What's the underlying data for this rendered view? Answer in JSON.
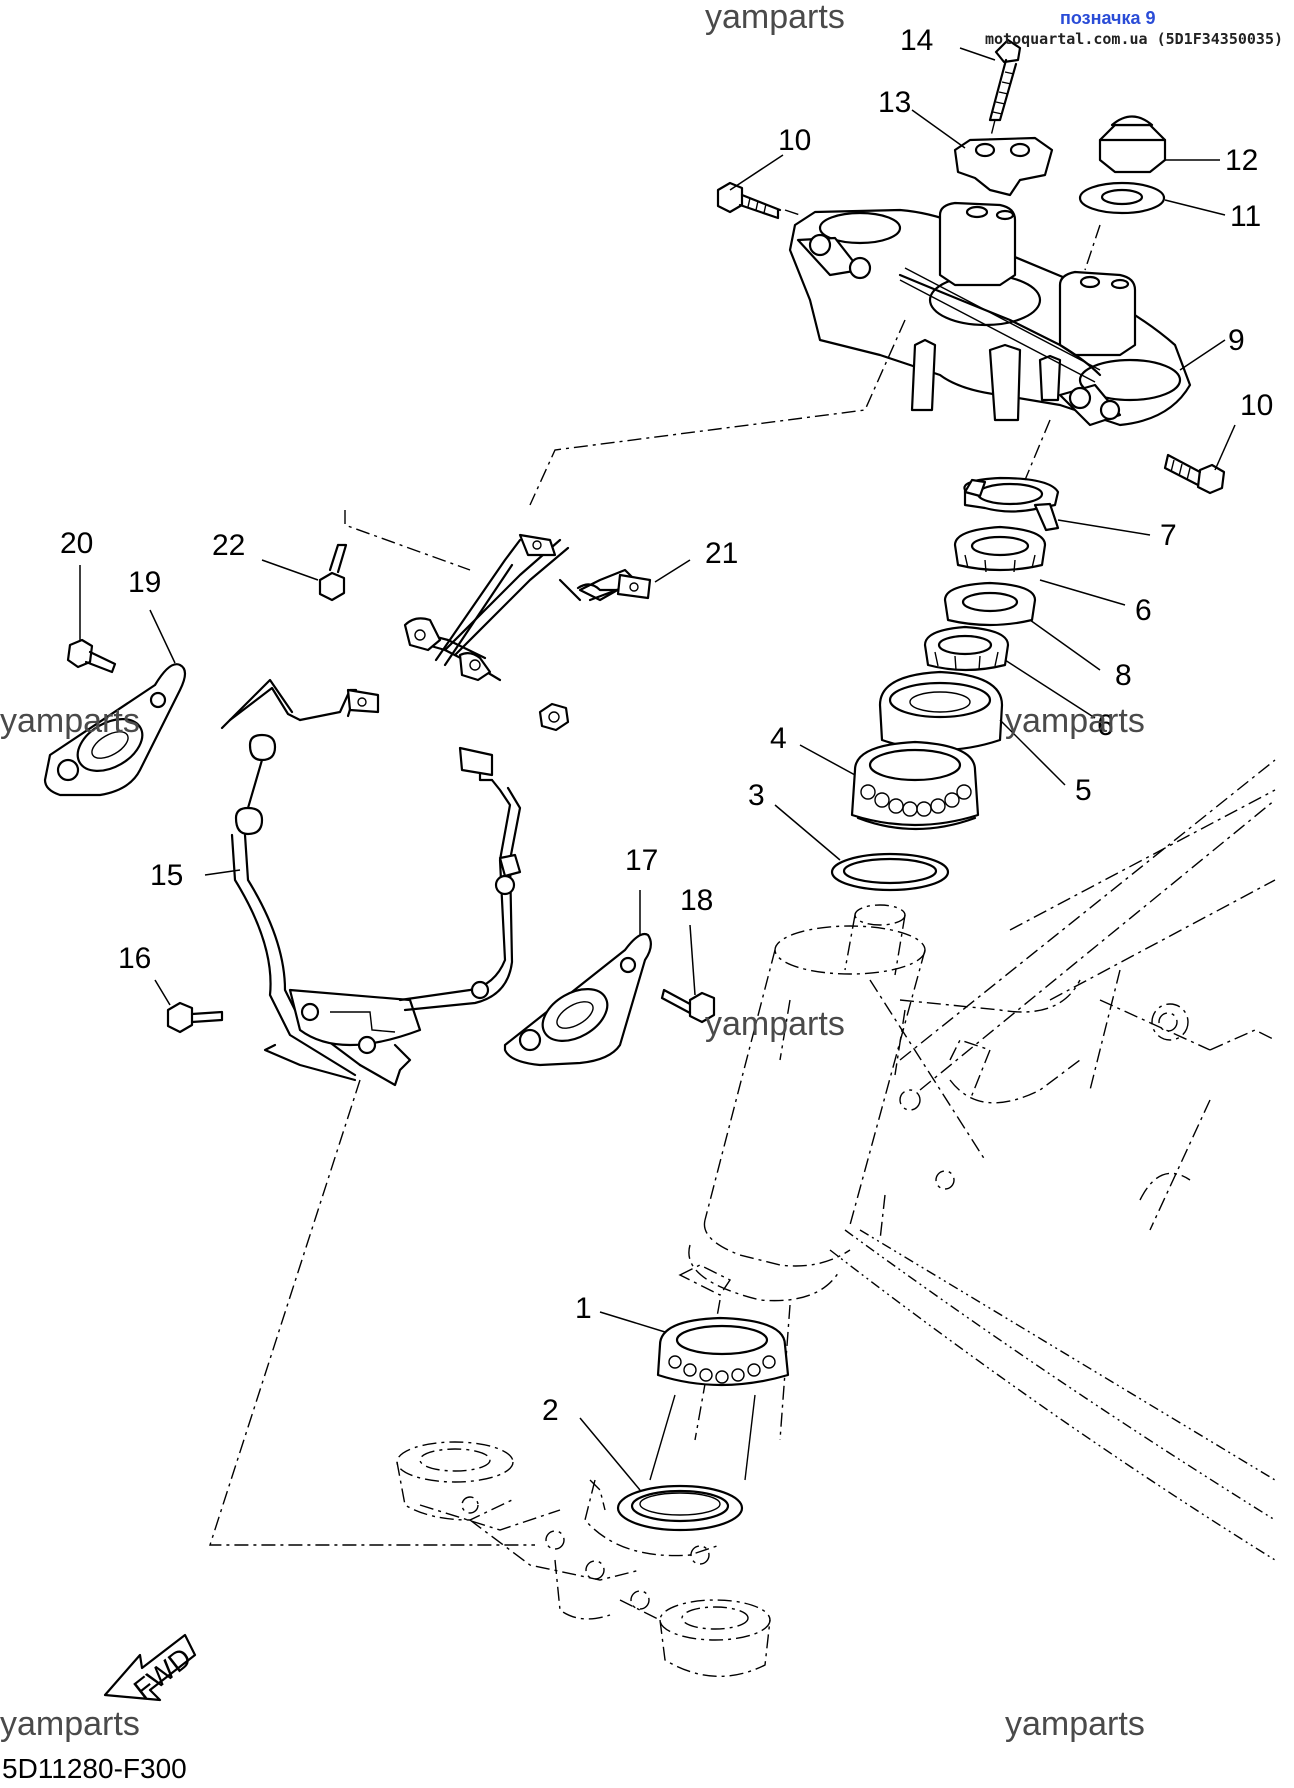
{
  "header": {
    "tag": "позначка 9",
    "source": "motoquartal.com.ua (5D1F34350035)"
  },
  "watermark": "yamparts",
  "footer": {
    "drawing_code": "5D11280-F300"
  },
  "fwd_label": "FWD",
  "callouts": [
    {
      "id": "c1",
      "label": "1"
    },
    {
      "id": "c2",
      "label": "2"
    },
    {
      "id": "c3",
      "label": "3"
    },
    {
      "id": "c4",
      "label": "4"
    },
    {
      "id": "c5",
      "label": "5"
    },
    {
      "id": "c6a",
      "label": "6"
    },
    {
      "id": "c6b",
      "label": "6"
    },
    {
      "id": "c7",
      "label": "7"
    },
    {
      "id": "c8",
      "label": "8"
    },
    {
      "id": "c9",
      "label": "9"
    },
    {
      "id": "c10a",
      "label": "10"
    },
    {
      "id": "c10b",
      "label": "10"
    },
    {
      "id": "c11",
      "label": "11"
    },
    {
      "id": "c12",
      "label": "12"
    },
    {
      "id": "c13",
      "label": "13"
    },
    {
      "id": "c14",
      "label": "14"
    },
    {
      "id": "c15",
      "label": "15"
    },
    {
      "id": "c16",
      "label": "16"
    },
    {
      "id": "c17",
      "label": "17"
    },
    {
      "id": "c18",
      "label": "18"
    },
    {
      "id": "c19",
      "label": "19"
    },
    {
      "id": "c20",
      "label": "20"
    },
    {
      "id": "c21",
      "label": "21"
    },
    {
      "id": "c22",
      "label": "22"
    }
  ]
}
